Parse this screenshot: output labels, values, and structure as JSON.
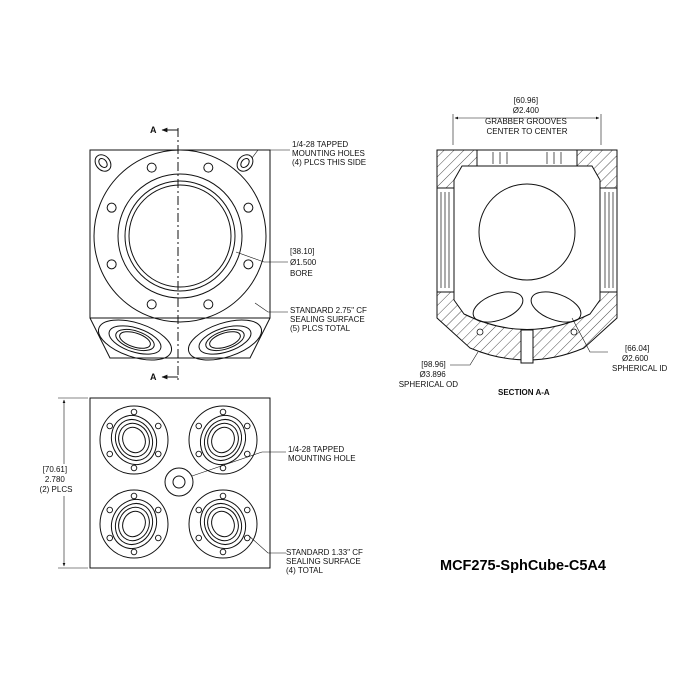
{
  "drawing": {
    "part_number": "MCF275-SphCube-C5A4",
    "section_mark": "A",
    "section_title": "SECTION A-A"
  },
  "front_view": {
    "tapped_holes": [
      "1/4-28 TAPPED",
      "MOUNTING HOLES",
      "(4) PLCS THIS SIDE"
    ],
    "bore": [
      "[38.10]",
      "Ø1.500",
      "BORE"
    ],
    "sealing": [
      "STANDARD 2.75\" CF",
      "SEALING SURFACE",
      "(5) PLCS TOTAL"
    ]
  },
  "section_view": {
    "grabber": [
      "[60.96]",
      "Ø2.400",
      "GRABBER GROOVES",
      "CENTER TO CENTER"
    ],
    "spherical_od": [
      "[98.96]",
      "Ø3.896",
      "SPHERICAL OD"
    ],
    "spherical_id": [
      "[66.04]",
      "Ø2.600",
      "SPHERICAL ID"
    ]
  },
  "bottom_view": {
    "height_dim": [
      "[70.61]",
      "2.780",
      "(2) PLCS"
    ],
    "tapped_hole": [
      "1/4-28 TAPPED",
      "MOUNTING HOLE"
    ],
    "sealing": [
      "STANDARD 1.33\" CF",
      "SEALING SURFACE",
      "(4) TOTAL"
    ]
  }
}
